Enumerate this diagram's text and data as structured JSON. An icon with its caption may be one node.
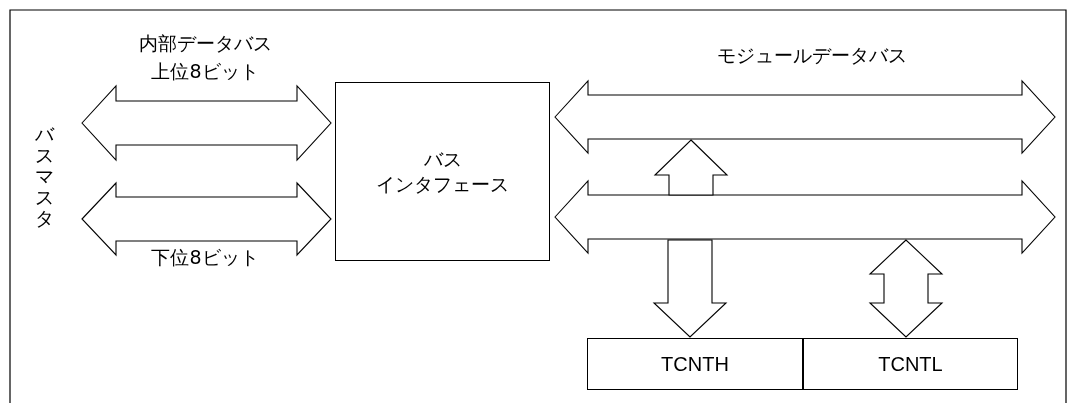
{
  "diagram": {
    "nodes": [
      {
        "text": [
          "バスマスタ"
        ]
      },
      {
        "text": [
          "バス",
          "インタフェース"
        ]
      },
      {
        "text": [],
        "shape": "arrow"
      },
      {
        "text": [
          "TCNTH"
        ]
      },
      {
        "text": [
          "TCNTL"
        ]
      }
    ],
    "edges": [
      {
        "from": 0,
        "to": 1,
        "arrow": "both",
        "label": "内部データバス上位8ビット"
      },
      {
        "from": 0,
        "to": 1,
        "arrow": "both",
        "label": "下位8ビット"
      },
      {
        "from": 1,
        "to": null,
        "arrow": "both",
        "label": "モジュールデータバス"
      },
      {
        "from": 1,
        "to": null,
        "arrow": "both"
      },
      {
        "from": null,
        "to": 3,
        "arrow": "to"
      },
      {
        "from": null,
        "to": 4,
        "arrow": "both"
      }
    ]
  }
}
